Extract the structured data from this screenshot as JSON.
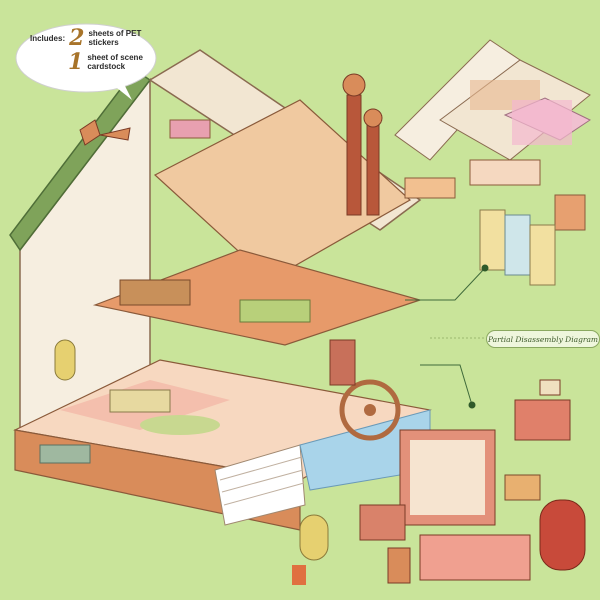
{
  "bubble": {
    "includes_label": "Includes:",
    "items": [
      {
        "count": "2",
        "text": "sheets of PET stickers"
      },
      {
        "count": "1",
        "text": "sheet of scene cardstock"
      }
    ]
  },
  "diagram_label": "Partial Disassembly Diagram",
  "colors": {
    "background": "#c9e49a",
    "roof": "#7fa35a",
    "wood": "#d98c5a",
    "brick": "#c8705a",
    "wall": "#f6eee0",
    "accent_gold": "#a8742a",
    "water": "#a9d4ea"
  }
}
